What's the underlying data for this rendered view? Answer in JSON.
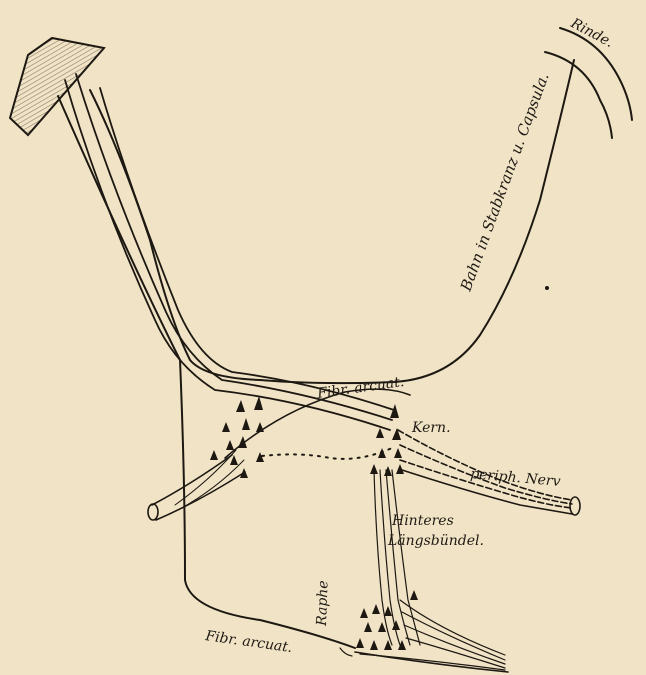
{
  "labels": {
    "rinde": "Rinde.",
    "bahn": "Bahn in Stabkranz u. Capsula.",
    "fibr_arcuat_upper": "Fibr. arcuat.",
    "kern": "Kern.",
    "periph_nerv": "periph. Nerv",
    "hinteres": "Hinteres",
    "laengsbuendel": "Längsbündel.",
    "raphe": "Raphe",
    "fibr_arcuat_lower": "Fibr. arcuat."
  },
  "colors": {
    "paper": "#f1e4c6",
    "ink": "#1d1812",
    "hatch": "#8a7a66"
  }
}
